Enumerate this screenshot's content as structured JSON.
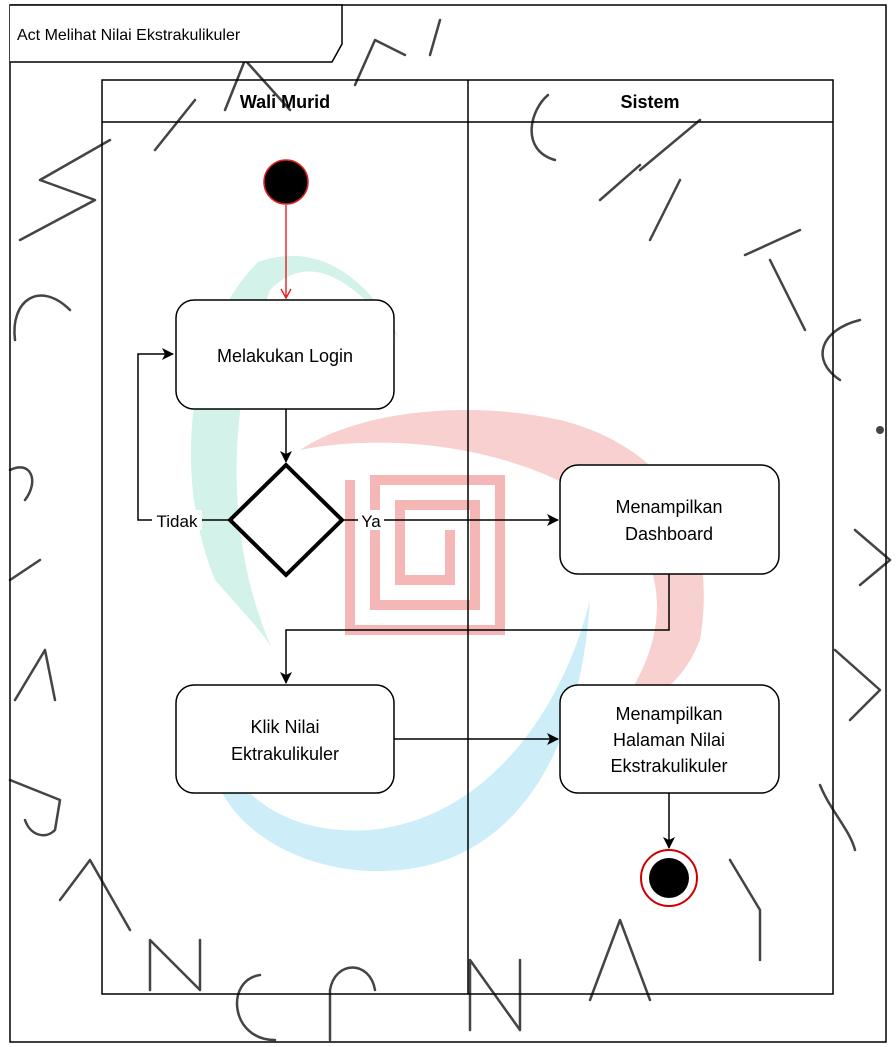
{
  "frame": {
    "title": "Act Melihat Nilai Ekstrakulikuler"
  },
  "lanes": [
    {
      "label": "Wali Murid"
    },
    {
      "label": "Sistem"
    }
  ],
  "nodes": {
    "login": {
      "label": "Melakukan Login"
    },
    "dashboard": {
      "line1": "Menampilkan",
      "line2": "Dashboard"
    },
    "klik": {
      "line1": "Klik Nilai",
      "line2": "Ektrakulikuler"
    },
    "halaman": {
      "line1": "Menampilkan",
      "line2": "Halaman Nilai",
      "line3": "Ekstrakulikuler"
    }
  },
  "guards": {
    "no": "Tidak",
    "yes": "Ya"
  },
  "watermark": {
    "letters": [
      "U",
      "N",
      "I",
      "V",
      "E",
      "R",
      "S",
      "I",
      "T",
      "A",
      "S",
      "B",
      "A",
      "N",
      "G",
      "U",
      "N",
      "A",
      "N",
      "J",
      "A",
      "Y",
      "A"
    ],
    "colors": {
      "red": "#f8d0d0",
      "cyan": "#cdeef8",
      "mint": "#d3f3ea",
      "letter": "#555555"
    }
  },
  "colors": {
    "line": "#000000",
    "start_flow": "#e0201f",
    "node_outline_accent": "#cc0000"
  }
}
